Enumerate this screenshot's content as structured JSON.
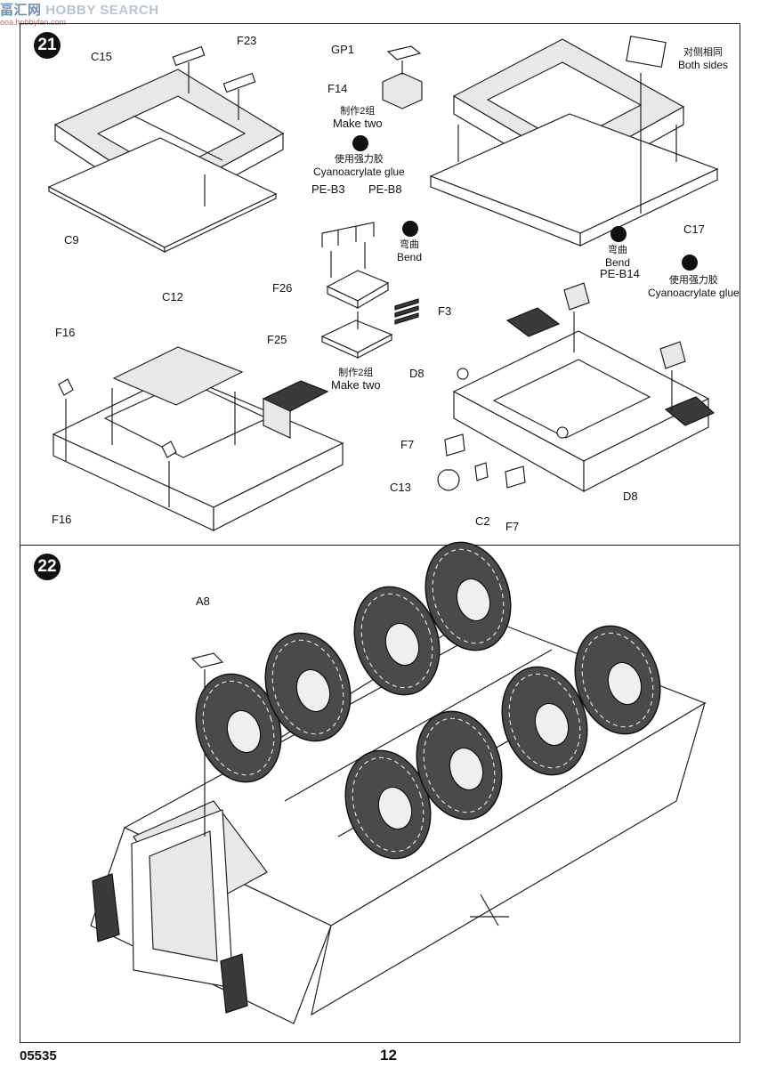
{
  "watermark": {
    "brand": "HOBBY SEARCH",
    "brand_cn": "畐汇网",
    "url": "ooa.hobbyfan.com"
  },
  "steps": [
    {
      "number": "21",
      "labels": [
        "C15",
        "F23",
        "C9",
        "GP1",
        "F14",
        "PE-B3",
        "PE-B8",
        "F26",
        "F3",
        "F25",
        "C17",
        "PE-B14",
        "C12",
        "F16",
        "F16",
        "D8",
        "F7",
        "C13",
        "C2",
        "F7",
        "D8"
      ],
      "notes": {
        "make_two_cn": "制作2组",
        "make_two_en": "Make two",
        "glue_cn": "使用强力胶",
        "glue_en": "Cyanoacrylate glue",
        "bend_cn": "弯曲",
        "bend_en": "Bend",
        "both_sides_cn": "对侧相同",
        "both_sides_en": "Both sides",
        "make_two_cn_2": "制作2组",
        "make_two_en_2": "Make two",
        "bend_cn_2": "弯曲",
        "bend_en_2": "Bend",
        "glue_cn_2": "使用强力胶",
        "glue_en_2": "Cyanoacrylate glue"
      }
    },
    {
      "number": "22",
      "labels": [
        "A8"
      ]
    }
  ],
  "footer": {
    "code": "05535",
    "page": "12"
  },
  "icons": [
    "glue-icon",
    "bend-icon"
  ]
}
